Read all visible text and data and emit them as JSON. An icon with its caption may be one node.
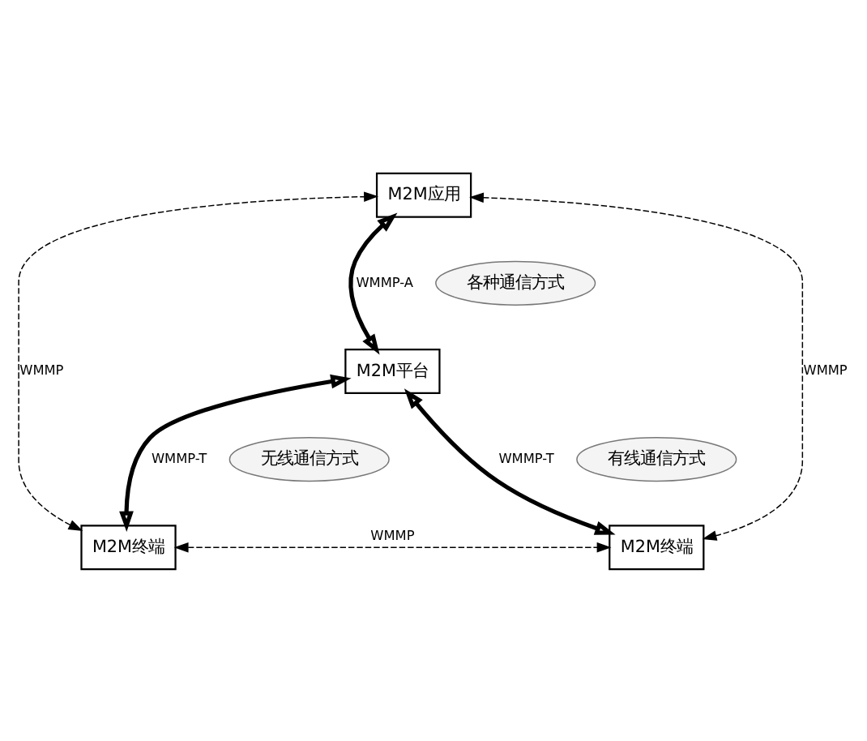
{
  "diagram": {
    "nodes": [
      {
        "text": [
          "M2M应用"
        ]
      },
      {
        "text": [
          "M2M平台"
        ]
      },
      {
        "text": [
          "M2M终端"
        ]
      },
      {
        "text": [
          "M2M终端"
        ]
      },
      {
        "text": [
          "各种通信方式"
        ]
      },
      {
        "text": [
          "无线通信方式"
        ]
      },
      {
        "text": [
          "有线通信方式"
        ]
      }
    ],
    "edges": [
      {
        "from": 0,
        "to": 1,
        "arrow": "both",
        "label": "WMMP-A",
        "style": "thick"
      },
      {
        "from": 1,
        "to": 2,
        "arrow": "both",
        "label": "WMMP-T",
        "style": "thick"
      },
      {
        "from": 1,
        "to": 3,
        "arrow": "both",
        "label": "WMMP-T",
        "style": "thick"
      },
      {
        "from": 2,
        "to": 0,
        "arrow": "both",
        "label": "WMMP",
        "style": "dashed"
      },
      {
        "from": 0,
        "to": 3,
        "arrow": "both",
        "label": "WMMP",
        "style": "dashed"
      },
      {
        "from": 2,
        "to": 3,
        "arrow": "both",
        "label": "WMMP",
        "style": "dashed"
      }
    ]
  }
}
